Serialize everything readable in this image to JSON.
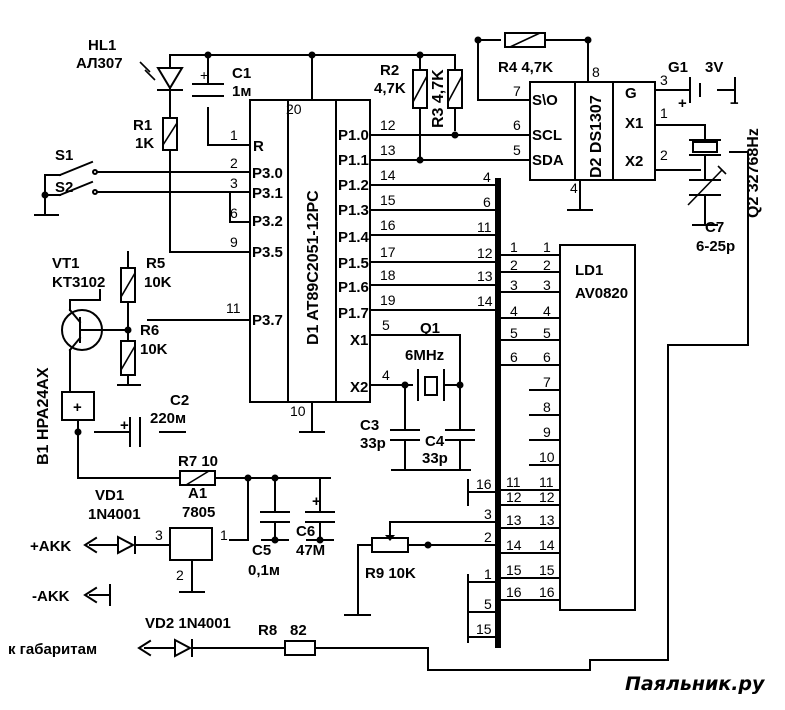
{
  "components": {
    "hl1": {
      "ref": "HL1",
      "part": "АЛ307"
    },
    "c1": {
      "ref": "C1",
      "value": "1м"
    },
    "r1": {
      "ref": "R1",
      "value": "1K"
    },
    "r2": {
      "ref": "R2",
      "value": "4,7K"
    },
    "r3": {
      "ref": "R3 4,7K"
    },
    "r4": {
      "ref": "R4 4,7K"
    },
    "g1": {
      "ref": "G1",
      "value": "3V"
    },
    "s1": {
      "ref": "S1"
    },
    "s2": {
      "ref": "S2"
    },
    "vt1": {
      "ref": "VT1",
      "part": "KT3102"
    },
    "r5": {
      "ref": "R5",
      "value": "10K"
    },
    "r6": {
      "ref": "R6",
      "value": "10K"
    },
    "b1": {
      "ref": "B1 HPA24AX"
    },
    "c2": {
      "ref": "C2",
      "value": "220м"
    },
    "r7": {
      "ref": "R7 10"
    },
    "a1": {
      "ref": "A1",
      "part": "7805"
    },
    "vd1": {
      "ref": "VD1",
      "part": "1N4001"
    },
    "c5": {
      "ref": "C5",
      "value": "0,1м"
    },
    "c6": {
      "ref": "C6",
      "value": "47M"
    },
    "c3": {
      "ref": "C3",
      "value": "33p"
    },
    "c4": {
      "ref": "C4",
      "value": "33p"
    },
    "q1": {
      "ref": "Q1",
      "value": "6MHz"
    },
    "r9": {
      "ref": "R9 10K"
    },
    "vd2": {
      "ref": "VD2 1N4001"
    },
    "r8": {
      "ref": "R8",
      "value": "82"
    },
    "c7": {
      "ref": "C7",
      "value": "6-25p"
    },
    "q2": {
      "ref": "Q2 32768Hz"
    }
  },
  "d1": {
    "ref": "D1 AT89C2051-12PC",
    "left_pins": [
      {
        "name": "R",
        "num": "1"
      },
      {
        "name": "P3.0",
        "num": "2"
      },
      {
        "name": "P3.1",
        "num": "3"
      },
      {
        "name": "P3.2",
        "num": "6"
      },
      {
        "name": "P3.5",
        "num": "9"
      },
      {
        "name": "P3.7",
        "num": "11"
      }
    ],
    "right_pins": [
      {
        "name": "P1.0",
        "num": "12"
      },
      {
        "name": "P1.1",
        "num": "13"
      },
      {
        "name": "P1.2",
        "num": "14"
      },
      {
        "name": "P1.3",
        "num": "15"
      },
      {
        "name": "P1.4",
        "num": "16"
      },
      {
        "name": "P1.5",
        "num": "17"
      },
      {
        "name": "P1.6",
        "num": "18"
      },
      {
        "name": "P1.7",
        "num": "19"
      },
      {
        "name": "X1",
        "num": "5"
      },
      {
        "name": "X2",
        "num": "4"
      }
    ],
    "top_pin": "20",
    "bottom_pin": "10"
  },
  "d2": {
    "ref": "D2 DS1307",
    "left_pins": [
      {
        "name": "S\\O",
        "num": "7"
      },
      {
        "name": "SCL",
        "num": "6"
      },
      {
        "name": "SDA",
        "num": "5"
      }
    ],
    "right_pins": [
      {
        "name": "G",
        "num": "3"
      },
      {
        "name": "X1",
        "num": "1"
      },
      {
        "name": "X2",
        "num": "2"
      }
    ],
    "top_pin": "8",
    "bottom_pin": "4"
  },
  "ld1": {
    "ref": "LD1",
    "part": "AV0820",
    "pins": [
      "1",
      "2",
      "3",
      "4",
      "5",
      "6",
      "7",
      "8",
      "9",
      "10",
      "11",
      "12",
      "13",
      "14",
      "15",
      "16"
    ]
  },
  "bus": {
    "top_labels": [
      "4",
      "6",
      "11",
      "12",
      "13",
      "14"
    ],
    "lower_left": [
      "11",
      "12",
      "13",
      "14",
      "15",
      "16"
    ],
    "r9_labels": [
      "3",
      "2"
    ],
    "gnd_labels": [
      "16",
      "1",
      "5",
      "15"
    ]
  },
  "terminals": {
    "akk_plus": "+AKK",
    "akk_minus": "-AKK",
    "gabarit": "к габаритам"
  },
  "watermark": "Паяльник.ру"
}
